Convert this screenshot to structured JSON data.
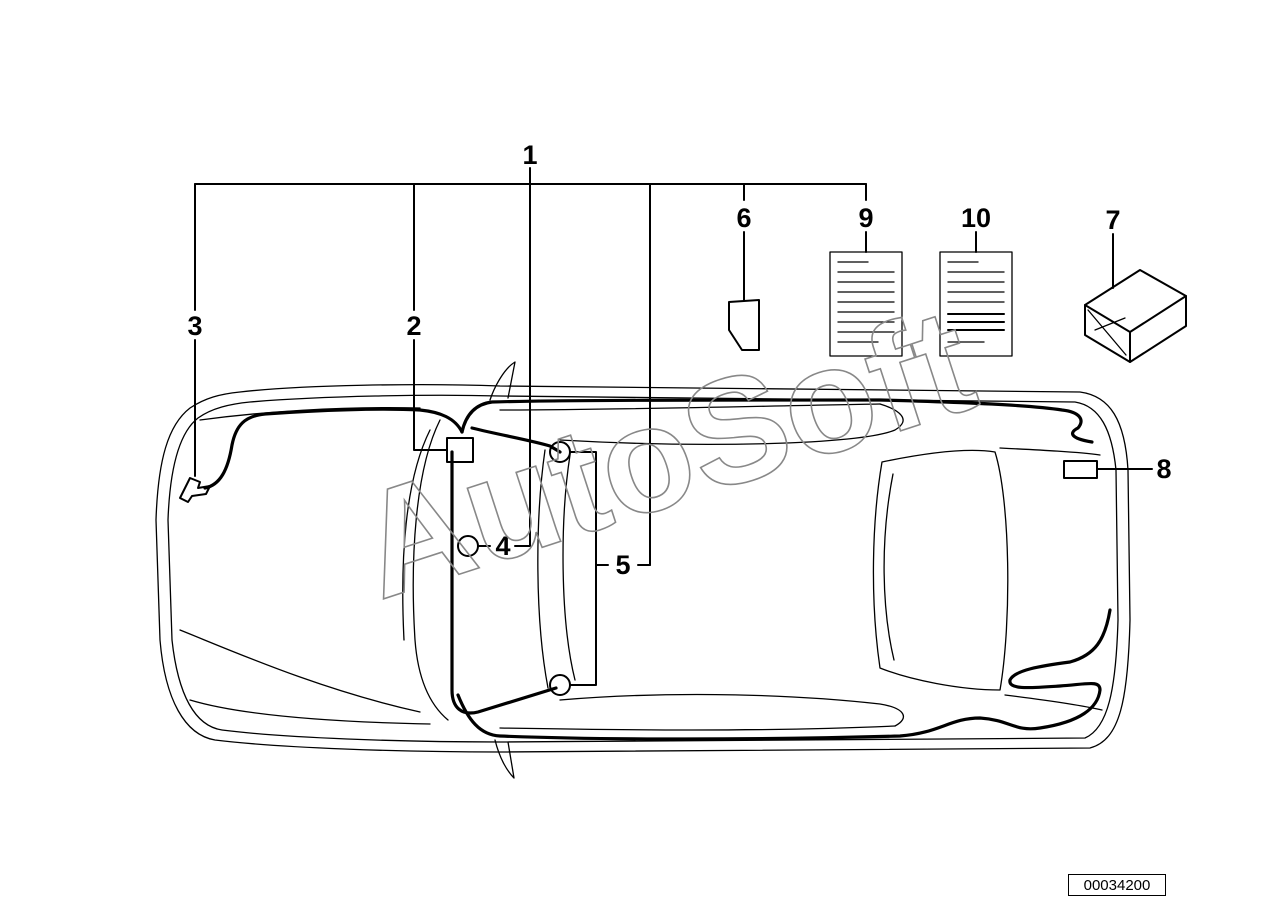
{
  "callouts": {
    "c1": "1",
    "c2": "2",
    "c3": "3",
    "c4": "4",
    "c5": "5",
    "c6": "6",
    "c7": "7",
    "c8": "8",
    "c9": "9",
    "c10": "10"
  },
  "part_number": "00034200",
  "watermark": "AutoSoft",
  "colors": {
    "line": "#000000",
    "background": "#ffffff",
    "watermark": "#888888"
  }
}
